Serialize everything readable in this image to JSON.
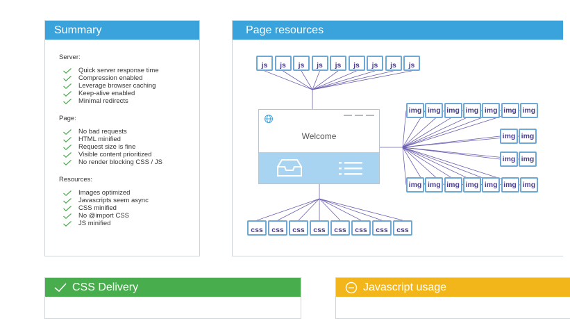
{
  "summary": {
    "title": "Summary",
    "sections": [
      {
        "title": "Server:",
        "items": [
          "Quick server response time",
          "Compression enabled",
          "Leverage browser caching",
          "Keep-alive enabled",
          "Minimal redirects"
        ]
      },
      {
        "title": "Page:",
        "items": [
          "No bad requests",
          "HTML minified",
          "Request size is fine",
          "Visible content prioritized",
          "No render blocking CSS / JS"
        ]
      },
      {
        "title": "Resources:",
        "items": [
          "Images optimized",
          "Javascripts seem async",
          "CSS minified",
          "No @import CSS",
          "JS minified"
        ]
      }
    ]
  },
  "resources": {
    "title": "Page resources",
    "js_label": "js",
    "img_label": "img",
    "css_label": "css",
    "welcome": "Welcome"
  },
  "css_delivery": {
    "title": "CSS Delivery",
    "icon": "check-icon"
  },
  "js_usage": {
    "title": "Javascript usage",
    "icon": "minus-circle-icon"
  },
  "colors": {
    "blue": "#3aa3dc",
    "green": "#48ad4c",
    "yellow": "#f2b61b",
    "check": "#48ad4c",
    "chip_text": "#4a3f8f",
    "line": "#6a5fb0"
  }
}
